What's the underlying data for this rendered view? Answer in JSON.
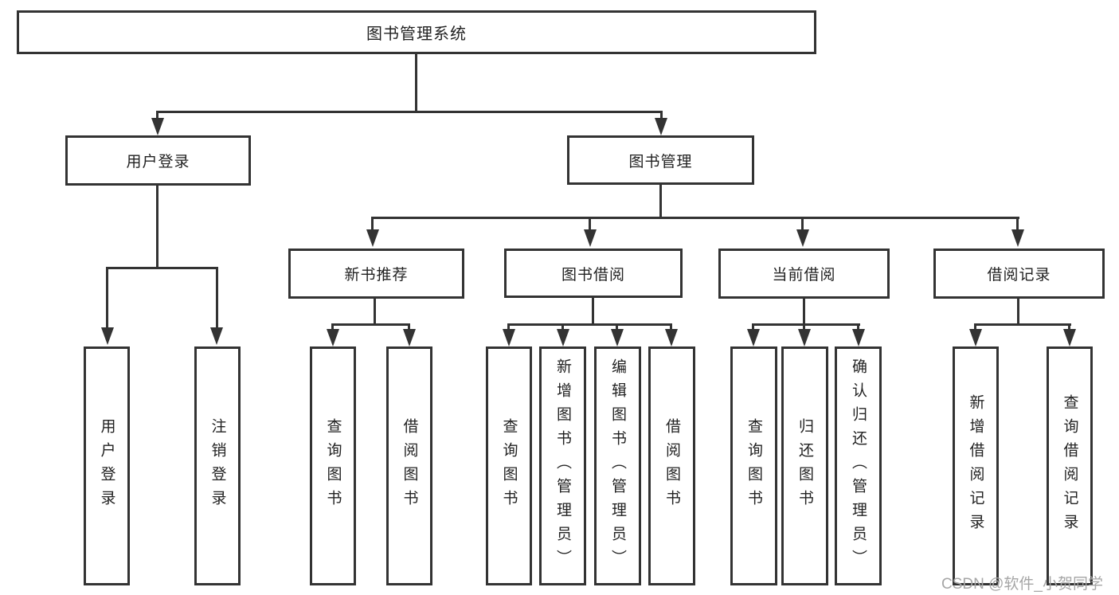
{
  "colors": {
    "line": "#333333",
    "text": "#222222",
    "watermark": "#a6a6a6",
    "background": "#ffffff"
  },
  "watermark": "CSDN @软件_小贺同学",
  "tree": {
    "root": {
      "label": "图书管理系统",
      "children": [
        {
          "label": "用户登录",
          "children": [
            {
              "label": "用户登录"
            },
            {
              "label": "注销登录"
            }
          ]
        },
        {
          "label": "图书管理",
          "children": [
            {
              "label": "新书推荐",
              "children": [
                {
                  "label": "查询图书"
                },
                {
                  "label": "借阅图书"
                }
              ]
            },
            {
              "label": "图书借阅",
              "children": [
                {
                  "label": "查询图书"
                },
                {
                  "label": "新增图书（管理员）"
                },
                {
                  "label": "编辑图书（管理员）"
                },
                {
                  "label": "借阅图书"
                }
              ]
            },
            {
              "label": "当前借阅",
              "children": [
                {
                  "label": "查询图书"
                },
                {
                  "label": "归还图书"
                },
                {
                  "label": "确认归还（管理员）"
                }
              ]
            },
            {
              "label": "借阅记录",
              "children": [
                {
                  "label": "新增借阅记录"
                },
                {
                  "label": "查询借阅记录"
                }
              ]
            }
          ]
        }
      ]
    }
  }
}
